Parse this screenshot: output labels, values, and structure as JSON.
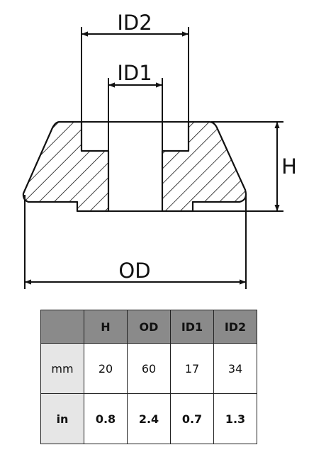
{
  "drawing": {
    "labels": {
      "id2": "ID2",
      "id1": "ID1",
      "h": "H",
      "od": "OD"
    }
  },
  "table": {
    "headers": [
      "",
      "H",
      "OD",
      "ID1",
      "ID2"
    ],
    "rows": [
      {
        "unit": "mm",
        "values": [
          "20",
          "60",
          "17",
          "34"
        ]
      },
      {
        "unit": "in",
        "values": [
          "0.8",
          "2.4",
          "0.7",
          "1.3"
        ]
      }
    ]
  }
}
